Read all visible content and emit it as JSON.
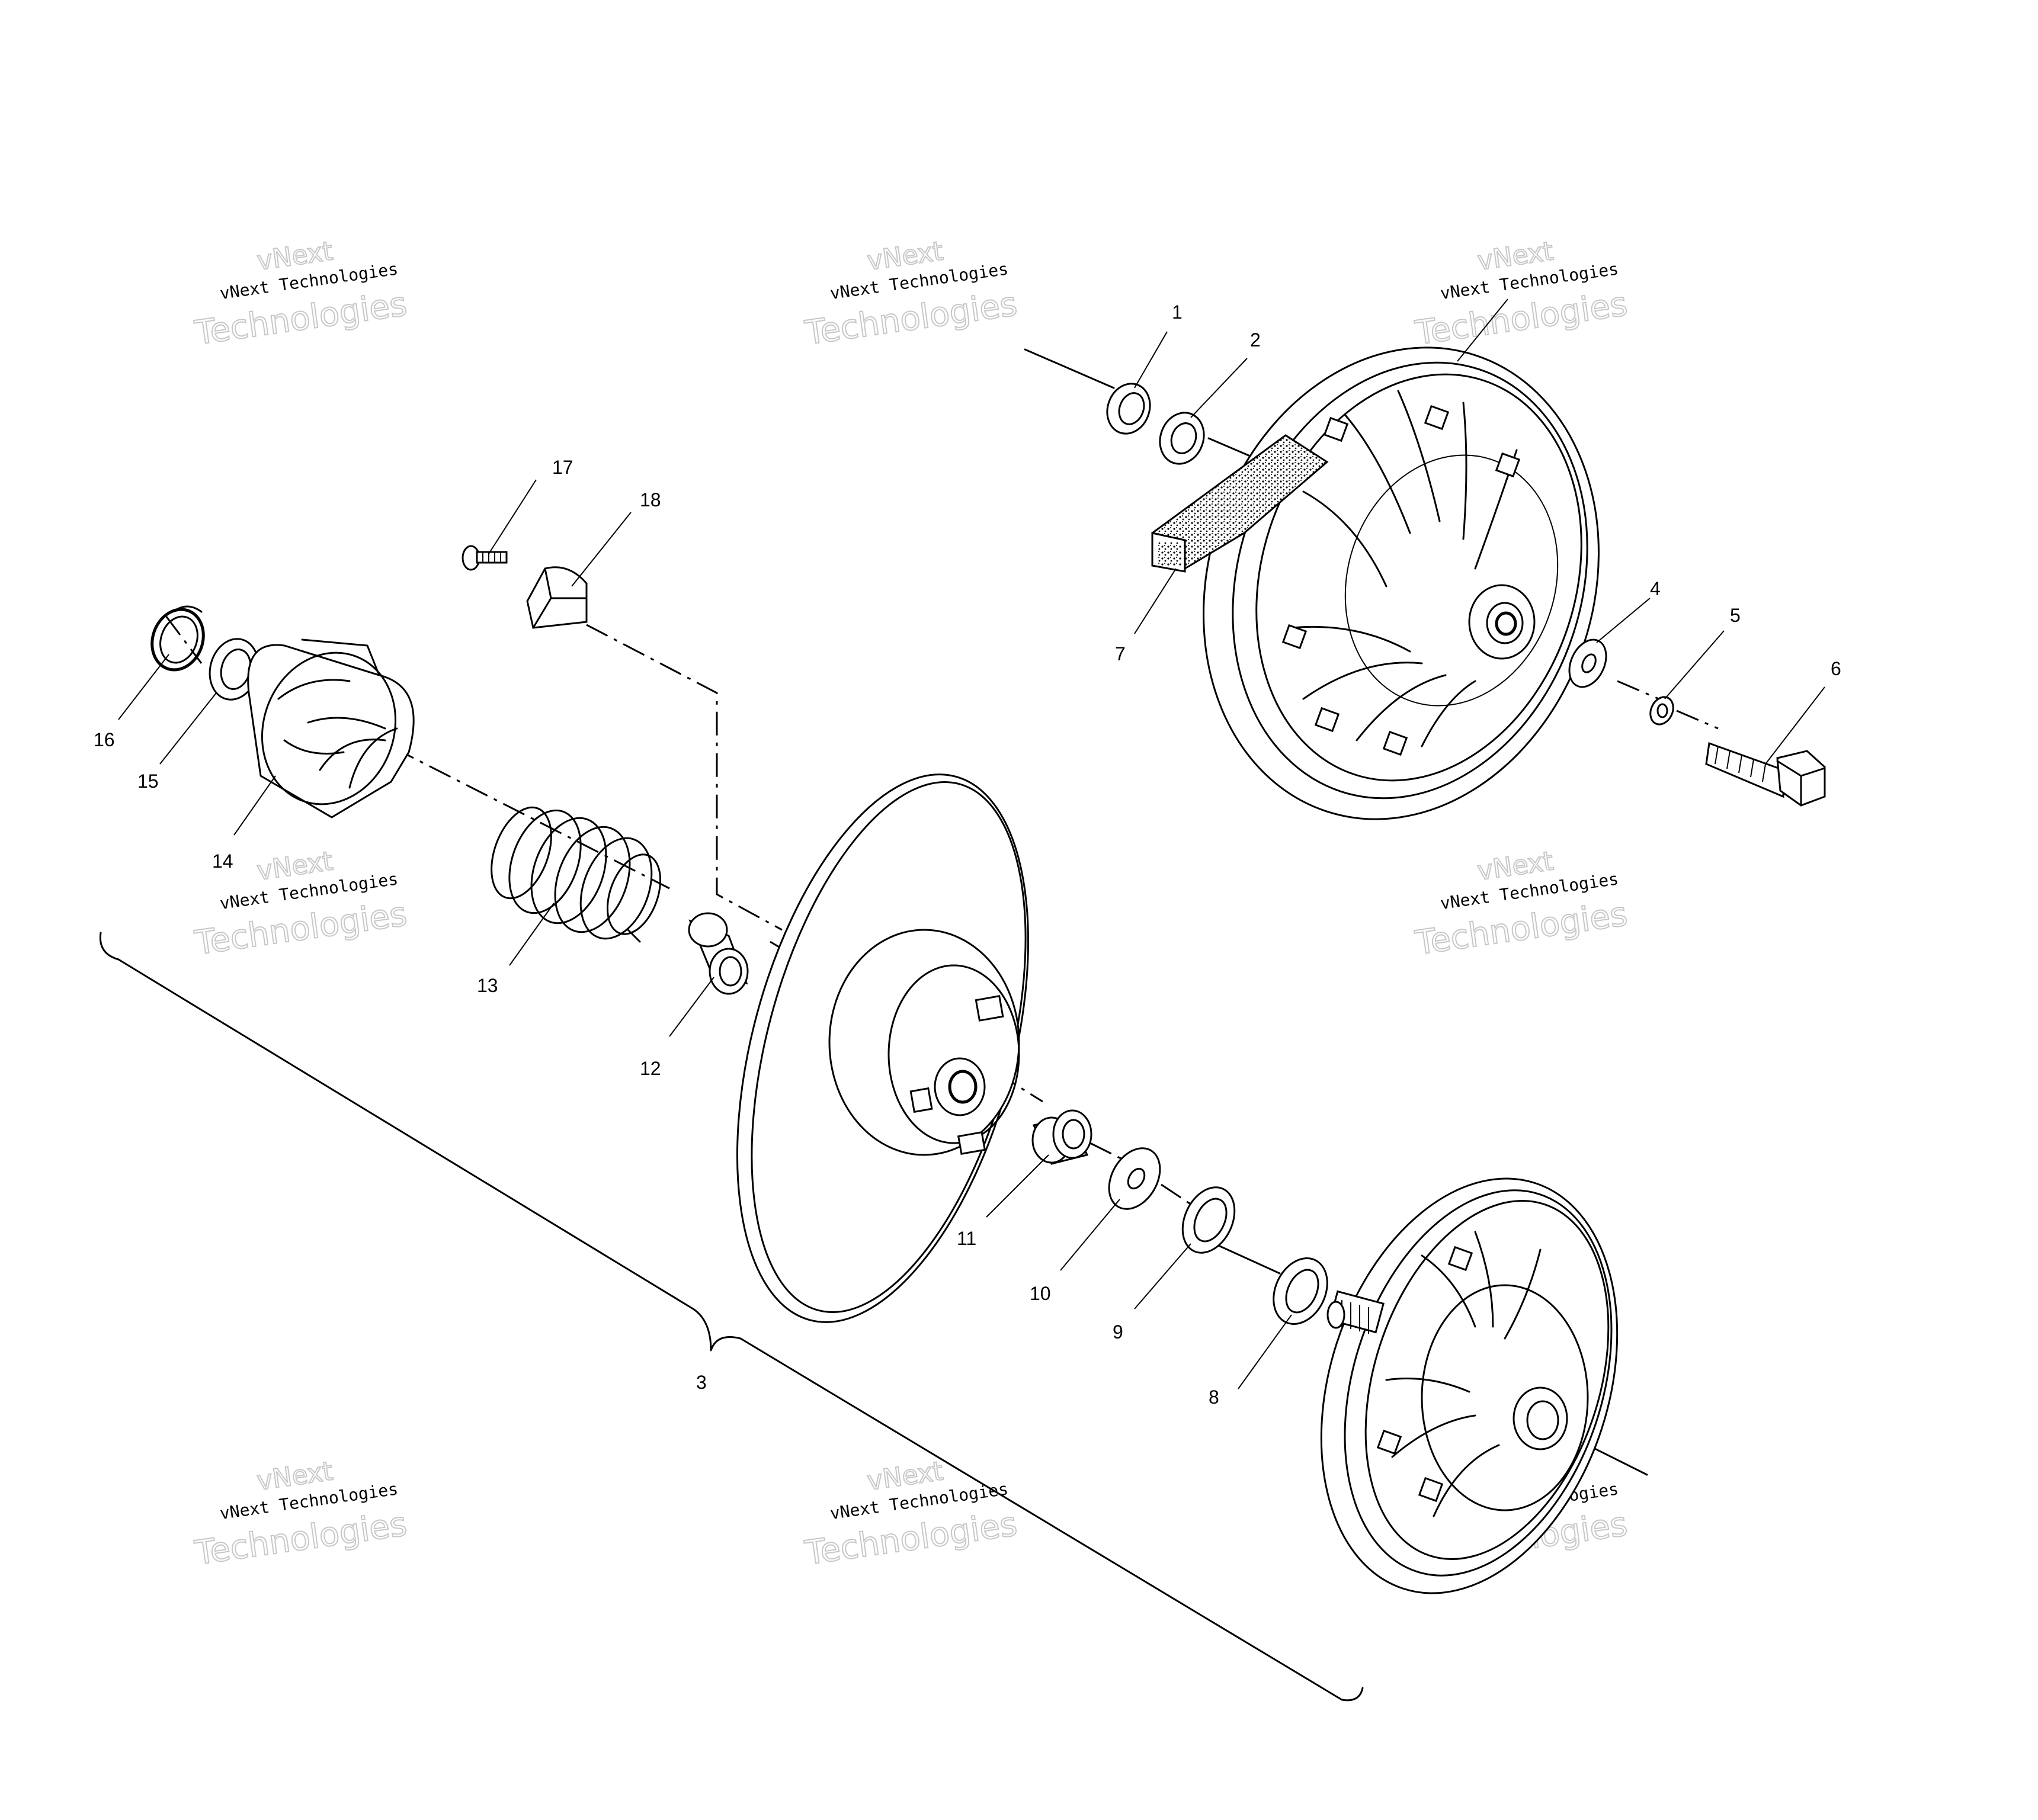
{
  "callouts": {
    "c1": "1",
    "c2": "2",
    "c3": "3",
    "c4": "4",
    "c5": "5",
    "c6": "6",
    "c7": "7",
    "c8": "8",
    "c9": "9",
    "c10": "10",
    "c11": "11",
    "c12": "12",
    "c13": "13",
    "c14": "14",
    "c15": "15",
    "c16": "16",
    "c17": "17",
    "c18": "18"
  },
  "watermark": {
    "brand": "vNext",
    "company": "vNext Technologies",
    "word": "Technologies"
  }
}
